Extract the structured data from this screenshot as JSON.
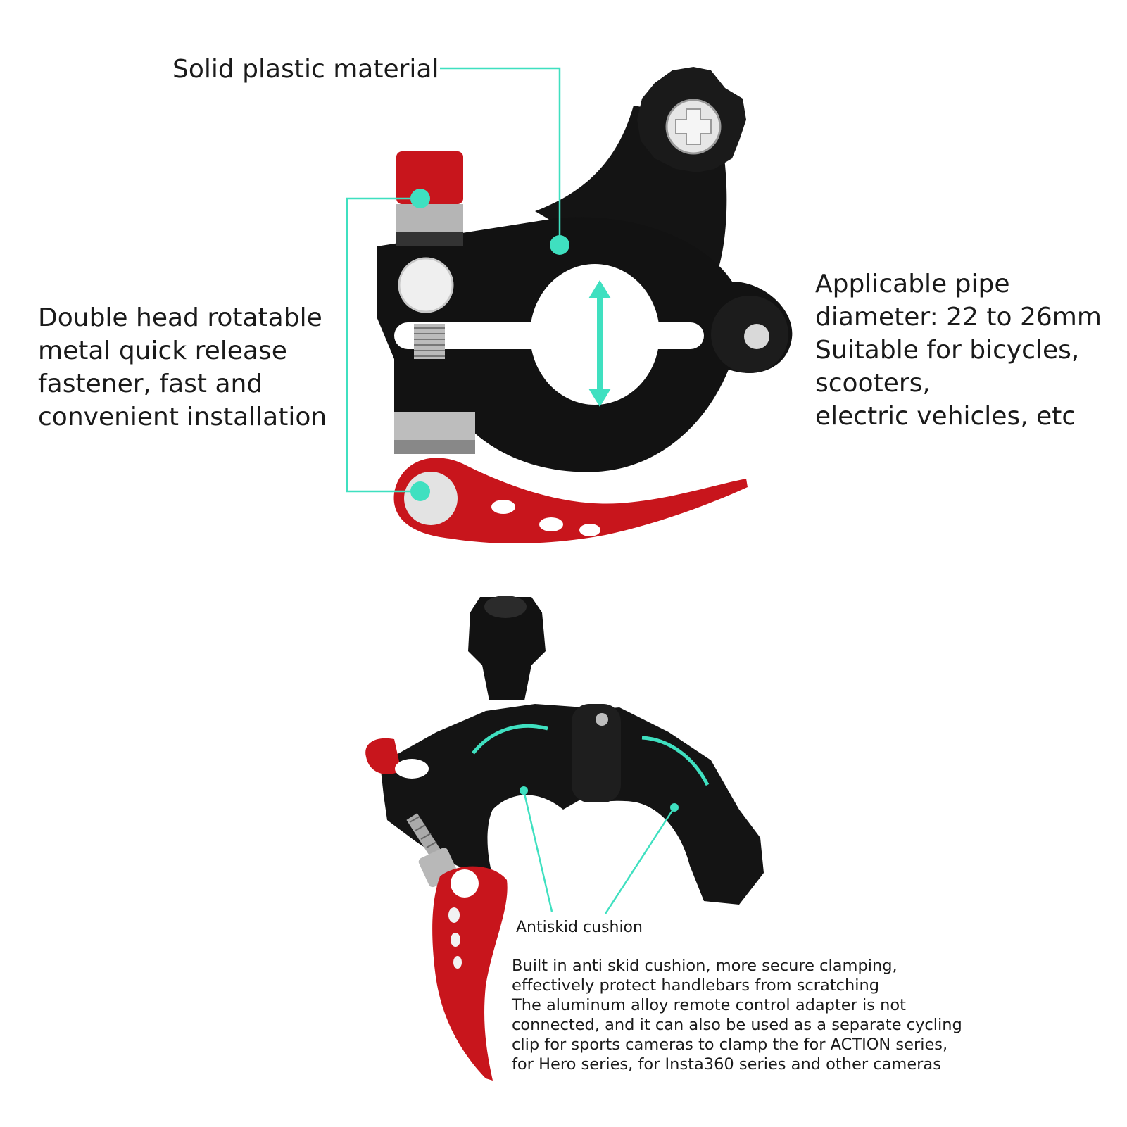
{
  "callouts": {
    "material": "Solid plastic material",
    "fastener": [
      "Double head rotatable",
      "metal quick release",
      "fastener, fast and",
      "convenient installation"
    ],
    "pipe": [
      "Applicable pipe",
      "diameter: 22 to 26mm",
      "Suitable for bicycles,",
      "scooters,",
      "electric vehicles, etc"
    ],
    "cushion_label": "Antiskid cushion",
    "cushion_desc": [
      "Built in anti skid cushion, more secure clamping,",
      "effectively protect handlebars from scratching",
      "The aluminum alloy remote control adapter is not",
      "connected, and it can also be used as a separate cycling",
      "clip for sports cameras to clamp the for ACTION series,",
      "for Hero series, for Insta360 series and other cameras"
    ]
  },
  "colors": {
    "accent": "#3fe0c0",
    "body": "#111111",
    "lever_red": "#c81018",
    "metal": "#bfbfbf"
  }
}
